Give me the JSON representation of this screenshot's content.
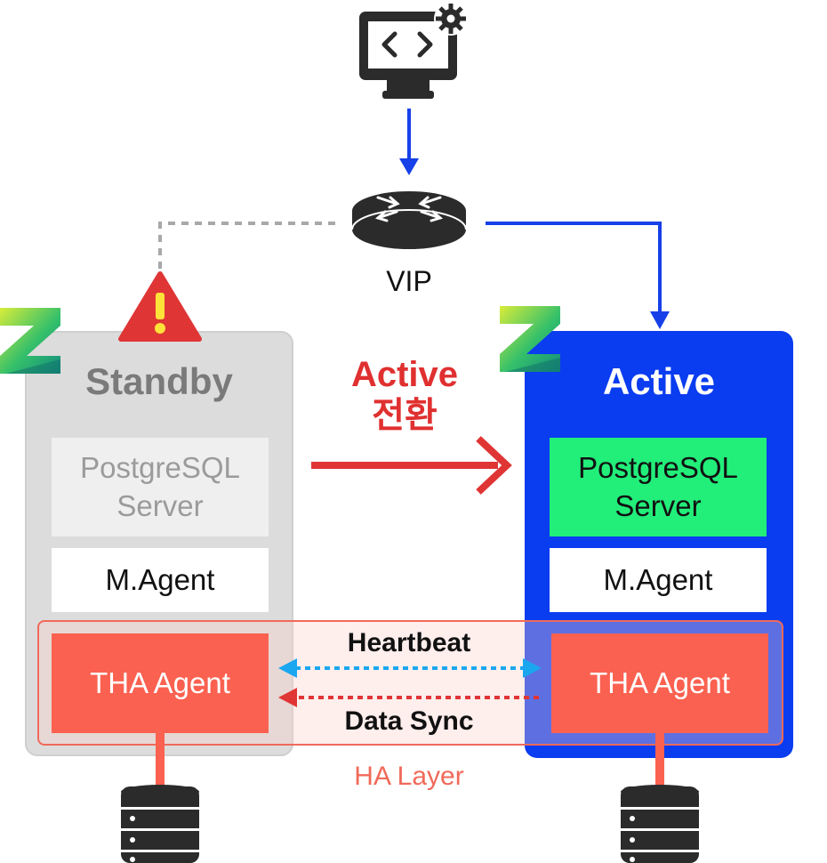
{
  "vip": {
    "label": "VIP"
  },
  "standby_node": {
    "title": "Standby",
    "postgres_line1": "PostgreSQL",
    "postgres_line2": "Server",
    "m_agent": "M.Agent",
    "tha_agent": "THA Agent"
  },
  "active_node": {
    "title": "Active",
    "postgres_line1": "PostgreSQL",
    "postgres_line2": "Server",
    "m_agent": "M.Agent",
    "tha_agent": "THA Agent"
  },
  "switch_label": {
    "line1": "Active",
    "line2": "전환"
  },
  "ha_layer": {
    "label": "HA Layer",
    "heartbeat": "Heartbeat",
    "data_sync": "Data Sync"
  },
  "icons": {
    "client": "monitor-code-settings-icon",
    "vip": "router-icon",
    "warning": "warning-triangle-icon",
    "logo": "z-logo-icon",
    "database": "database-icon"
  },
  "colors": {
    "active_blue": "#0a3cf0",
    "standby_gray": "#dcdcdc",
    "postgres_green": "#22ee7a",
    "tha_red": "#fb6150",
    "switch_red": "#e03030",
    "heartbeat_blue": "#1aa7f0",
    "ha_layer_red": "#f06a5a"
  }
}
